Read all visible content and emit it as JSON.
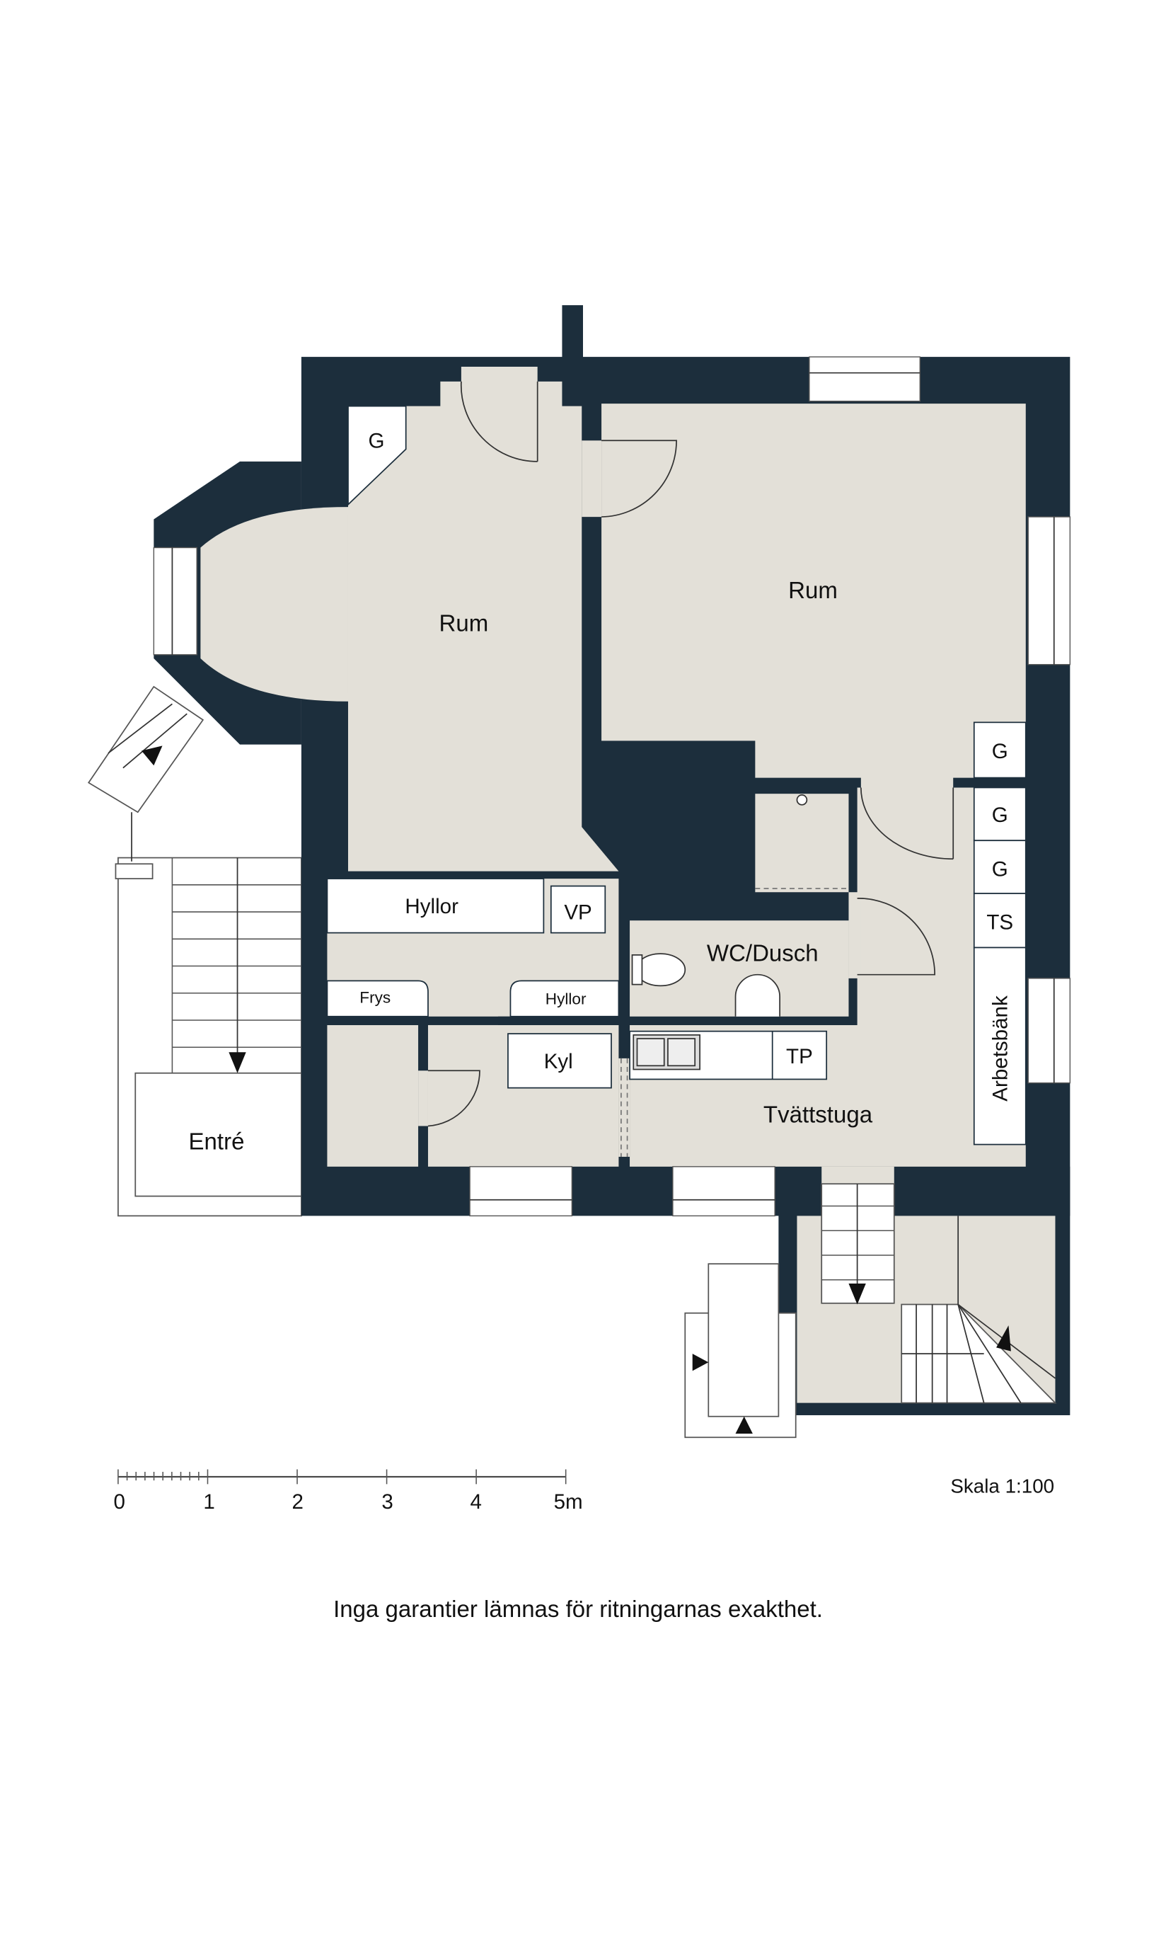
{
  "colors": {
    "wall": "#1c2e3c",
    "floor": "#e3e0d8",
    "fixture": "#ffffff"
  },
  "rooms": {
    "rum_left": "Rum",
    "rum_right": "Rum",
    "wc": "WC/Dusch",
    "laundry": "Tvättstuga",
    "entry": "Entré"
  },
  "fixtures": {
    "g_top": "G",
    "g1": "G",
    "g2": "G",
    "g3": "G",
    "ts": "TS",
    "workbench": "Arbetsbänk",
    "shelves_large": "Hyllor",
    "vp": "VP",
    "freezer": "Frys",
    "shelves_small": "Hyllor",
    "fridge": "Kyl",
    "tp": "TP"
  },
  "scale_bar": {
    "ticks": [
      "0",
      "1",
      "2",
      "3",
      "4",
      "5m"
    ],
    "scale_label": "Skala 1:100"
  },
  "disclaimer": "Inga garantier lämnas för ritningarnas exakthet."
}
